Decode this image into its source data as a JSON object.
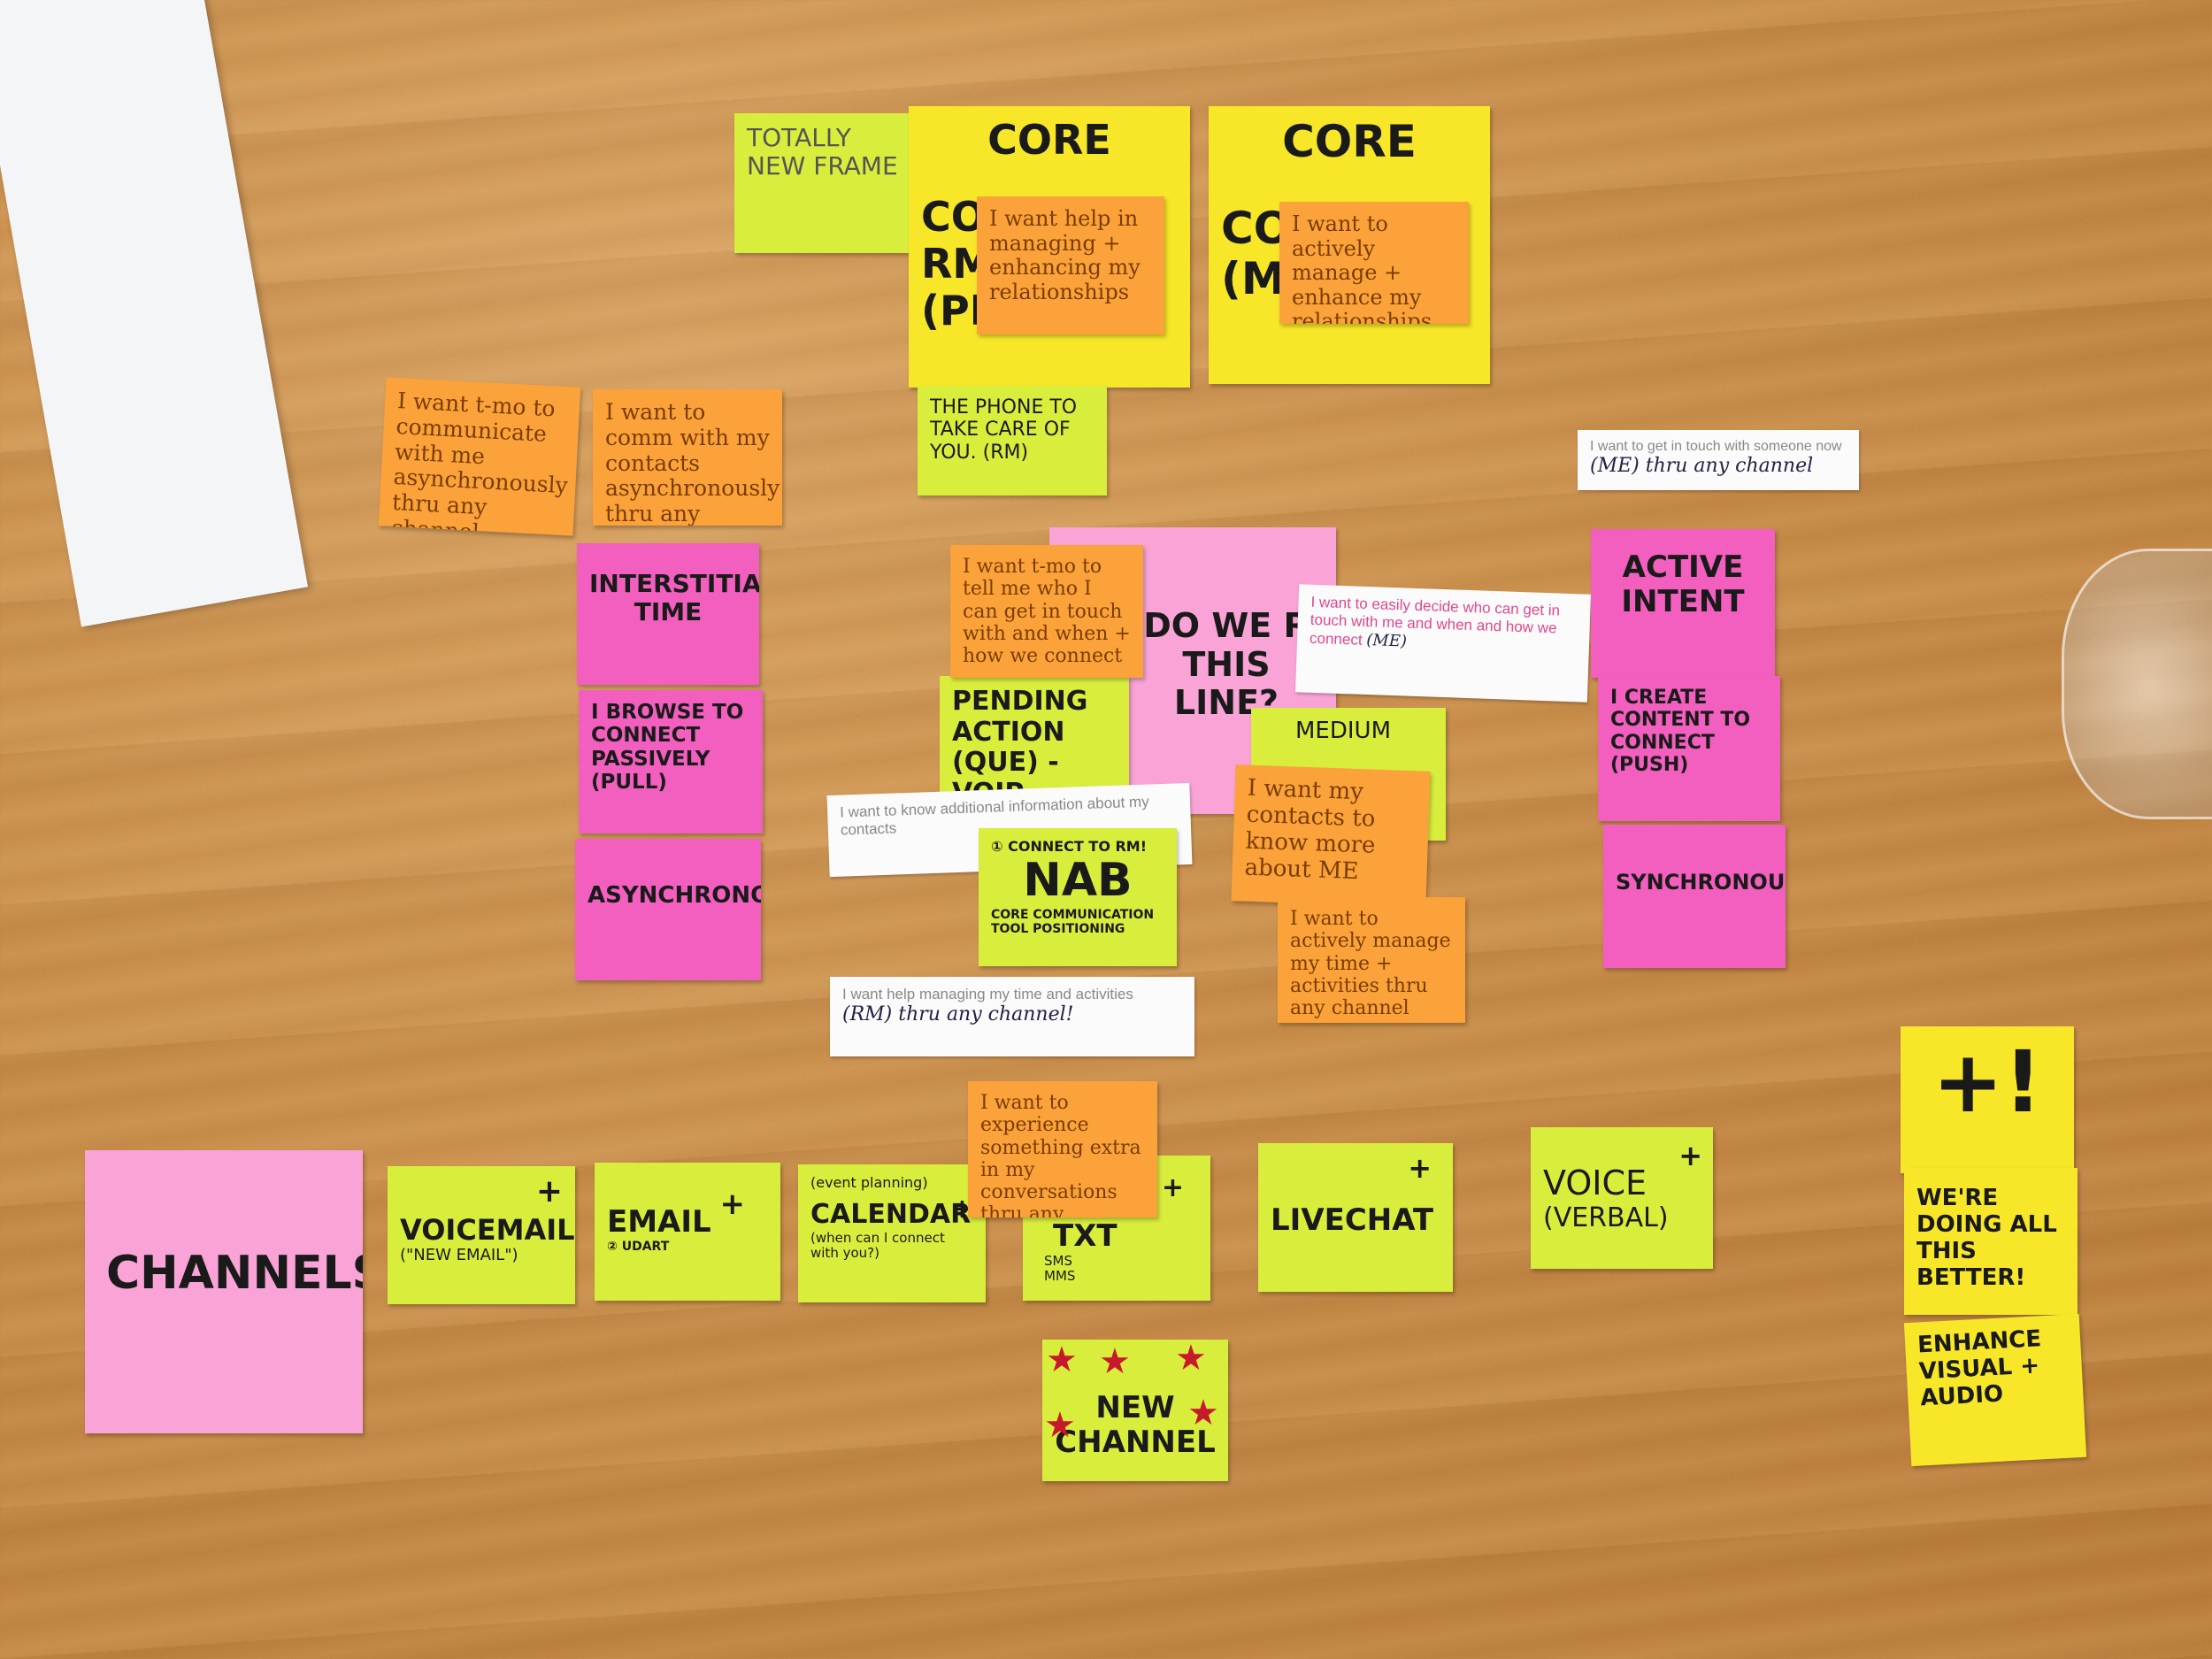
{
  "notes": {
    "totally_new_frame": "TOTALLY NEW FRAME",
    "core_rm": {
      "title": "CORE",
      "sub": "CO\nRM\n(PRO)"
    },
    "core_rm_orange": "I want help in managing + enhancing my relationships",
    "core_me": {
      "title": "CORE",
      "sub": "CO\n(ME)"
    },
    "core_me_orange": "I want to actively manage + enhance my relationships",
    "the_phone": "THE PHONE TO TAKE CARE OF YOU. (RM)",
    "async_1": "I want t-mo to communicate with me asynchronously thru any channel",
    "async_2": "I want to comm with my contacts asynchronously thru any channel",
    "interstitial": "INTERSTITIAL TIME",
    "browse": "I BROWSE TO CONNECT PASSIVELY (PULL)",
    "asynchronous": "ASYNCHRONOUS",
    "tell_me": "I want t-mo to tell me who I can get in touch with and when + how we connect",
    "do_we_line": "DO WE R THIS LINE?",
    "pending_action": "PENDING ACTION (QUE) -VOIP",
    "medium": "MEDIUM",
    "know_more": "I want my contacts to know more about ME",
    "manage_time": "I want to actively manage my time + activities thru any channel",
    "nab": {
      "small_top": "① CONNECT TO RM!",
      "title": "NAB",
      "bottom": "CORE COMMUNICATION TOOL POSITIONING"
    },
    "active_intent": "ACTIVE INTENT",
    "create_content": "I CREATE CONTENT TO CONNECT (PUSH)",
    "synchronous": "SYNCHRONOUS",
    "experience": "I want to experience something extra in my conversations thru any channel",
    "channels": "CHANNELS",
    "voicemail": {
      "title": "VOICEMAIL",
      "sub": "(\"NEW EMAIL\")",
      "plus": "+"
    },
    "email": {
      "title": "EMAIL",
      "sub": "② UDART",
      "plus": "+"
    },
    "calendar": {
      "top": "(event planning)",
      "title": "CALENDAR",
      "sub": "(when can I connect with you?)",
      "plus": "+"
    },
    "txt": {
      "title": "TXT",
      "sub": "SMS MMS",
      "plus": "+"
    },
    "livechat": {
      "title": "LIVECHAT",
      "plus": "+"
    },
    "voice": {
      "title": "VOICE",
      "sub": "(VERBAL)",
      "plus": "+"
    },
    "new_channel": "NEW CHANNEL",
    "plus_bang": "+!",
    "doing_better": "WE'RE DOING ALL THIS BETTER!",
    "enhance": "ENHANCE VISUAL + AUDIO"
  },
  "slips": {
    "get_in_touch": {
      "text": "I want to get in touch with someone now",
      "hand": "(ME) thru any channel"
    },
    "decide": {
      "text": "I want to easily decide who can get in touch with me and when and how we connect",
      "hand": "(ME)"
    },
    "additional": {
      "text": "I want to know additional information about my contacts"
    },
    "help_time": {
      "text": "I want help managing my time and activities",
      "hand": "(RM) thru any channel!"
    }
  }
}
